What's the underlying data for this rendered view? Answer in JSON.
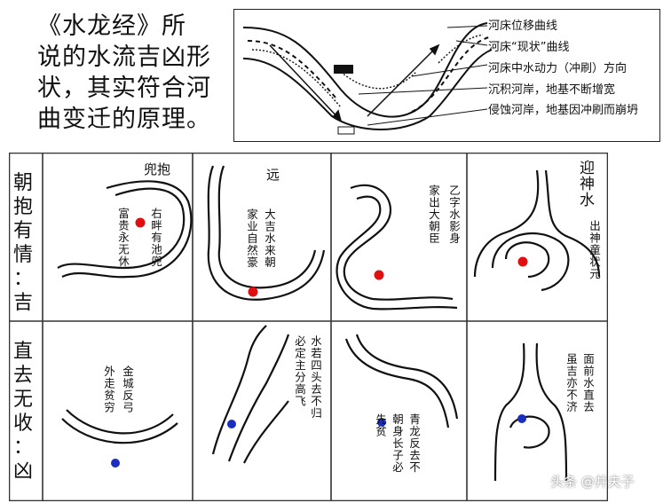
{
  "intro_text": "《水龙经》所说的水流吉凶形状，其实符合河曲变迁的原理。",
  "intro_lines": [
    "《水龙经》所",
    "说的水流吉凶形",
    "状，其实符合河",
    "曲变迁的原理。"
  ],
  "legend": [
    "河床位移曲线",
    "河床“现状”曲线",
    "河床中水动力（冲刷）方向",
    "沉积河岸，地基不断增宽",
    "侵蚀河岸，地基因冲刷而崩坍"
  ],
  "rows": {
    "auspicious": {
      "label_chars": [
        "朝",
        "抱",
        "有",
        "情",
        "：",
        "吉"
      ]
    },
    "ominous": {
      "label_chars": [
        "直",
        "去",
        "无",
        "收",
        "：",
        "凶"
      ]
    }
  },
  "cells": {
    "c1": {
      "title": "兜抱",
      "texts": [
        "右畔有池兜",
        "富贵永无休"
      ]
    },
    "c2": {
      "title": "远",
      "texts": [
        "大吉水来朝",
        "家业自然豪"
      ]
    },
    "c3": {
      "texts": [
        "乙字水影身",
        "家出大朝臣"
      ]
    },
    "c4": {
      "title": "迎神水",
      "texts": [
        "出神童状元"
      ]
    },
    "c5": {
      "texts": [
        "金城反弓",
        "外走贫穷"
      ]
    },
    "c6": {
      "texts": [
        "水若四头去不归",
        "必定主分高飞"
      ]
    },
    "c7": {
      "texts": [
        "青龙反去不",
        "朝身长子必",
        "先贫"
      ]
    },
    "c8": {
      "texts": [
        "面前水直去",
        "虽吉亦不济"
      ]
    }
  },
  "watermark": "头条 @井夫子",
  "colors": {
    "site_dot": "#e01010",
    "bad_dot": "#1a2fc0"
  }
}
